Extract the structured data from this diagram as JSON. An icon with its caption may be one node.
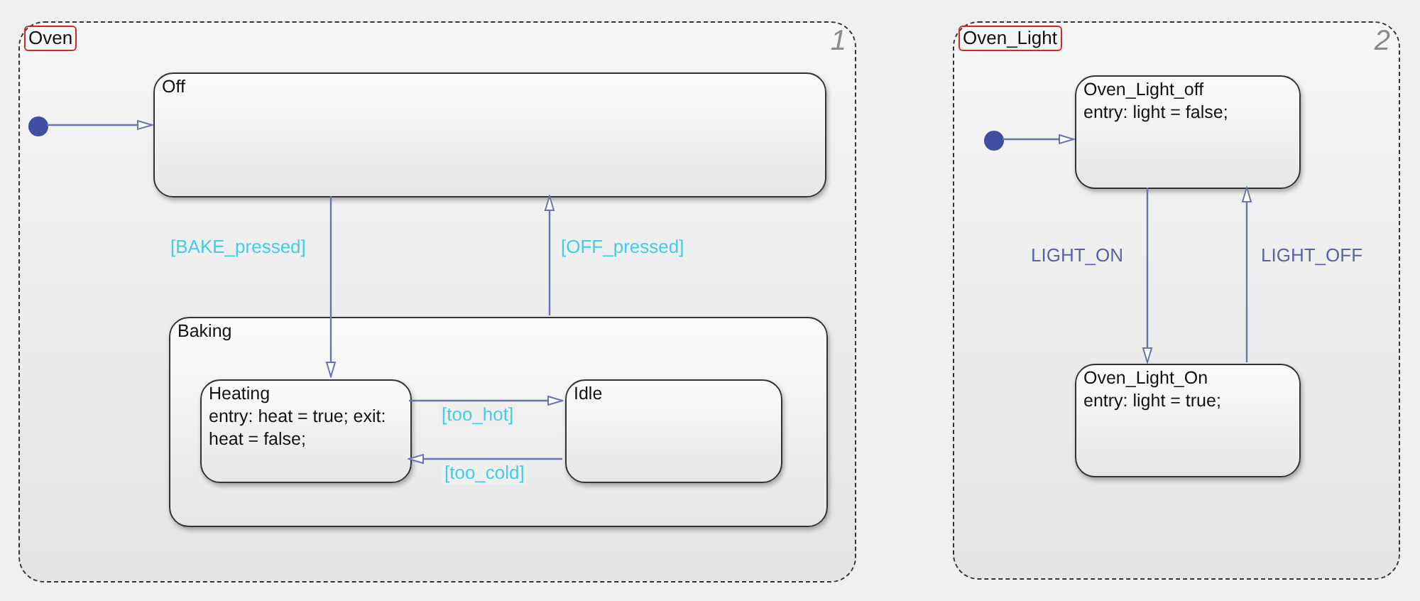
{
  "diagram": {
    "nodes": [
      {
        "text": [
          "Oven",
          "1"
        ]
      },
      {
        "text": [],
        "shape": "circle",
        "in": 0
      },
      {
        "text": [
          "Off"
        ],
        "in": 0
      },
      {
        "text": [
          "Baking"
        ],
        "in": 0
      },
      {
        "text": [
          "Heating",
          "entry: heat = true; exit: heat = false;"
        ],
        "in": 3
      },
      {
        "text": [
          "Idle"
        ],
        "in": 3
      },
      {
        "text": [
          "Oven_Light",
          "2"
        ]
      },
      {
        "text": [],
        "shape": "circle",
        "in": 6
      },
      {
        "text": [
          "Oven_Light_off",
          "entry: light = false;"
        ],
        "in": 6
      },
      {
        "text": [
          "Oven_Light_On",
          "entry: light = true;"
        ],
        "in": 6
      }
    ],
    "edges": [
      {
        "from": 1,
        "to": 2,
        "arrow": "to"
      },
      {
        "from": 2,
        "to": 4,
        "arrow": "to",
        "label": "[BAKE_pressed]"
      },
      {
        "from": 3,
        "to": 2,
        "arrow": "to",
        "label": "[OFF_pressed]"
      },
      {
        "from": 4,
        "to": 5,
        "arrow": "to",
        "label": "[too_hot]"
      },
      {
        "from": 5,
        "to": 4,
        "arrow": "to",
        "label": "[too_cold]"
      },
      {
        "from": 7,
        "to": 8,
        "arrow": "to"
      },
      {
        "from": 8,
        "to": 9,
        "arrow": "to",
        "label": "LIGHT_ON"
      },
      {
        "from": 9,
        "to": 8,
        "arrow": "to",
        "label": "LIGHT_OFF"
      }
    ]
  }
}
